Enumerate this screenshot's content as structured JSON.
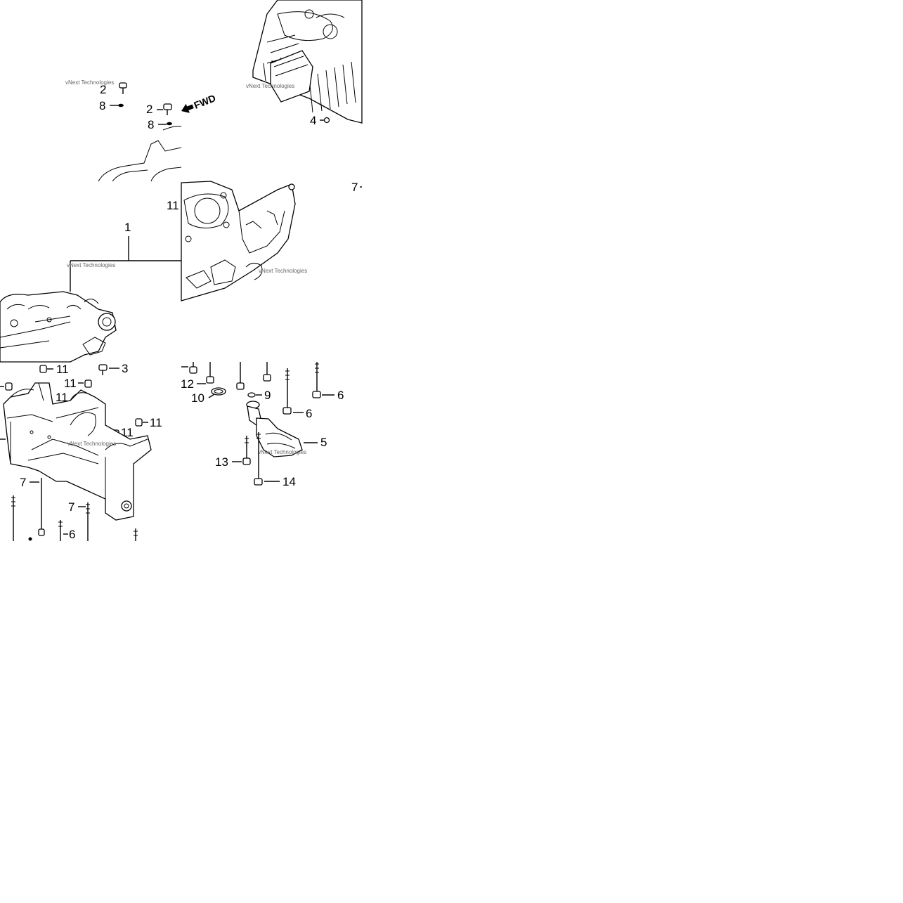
{
  "watermark": "vNext Technologies",
  "direction_marker": "FWD",
  "callouts": {
    "c1": "1",
    "c2a": "2",
    "c2b": "2",
    "c3": "3",
    "c4": "4",
    "c5": "5",
    "c6a": "6",
    "c6b": "6",
    "c6c": "6",
    "c7a": "7",
    "c7b": "7",
    "c7c": "7",
    "c8a": "8",
    "c8b": "8",
    "c9": "9",
    "c10": "10",
    "c11a": "11",
    "c11b": "11",
    "c11c": "11",
    "c11d": "11",
    "c11e": "11",
    "c11f": "11",
    "c12": "12",
    "c13": "13",
    "c14": "14"
  },
  "colors": {
    "ink": "#000000",
    "paper": "#ffffff",
    "watermark": "#666666"
  }
}
